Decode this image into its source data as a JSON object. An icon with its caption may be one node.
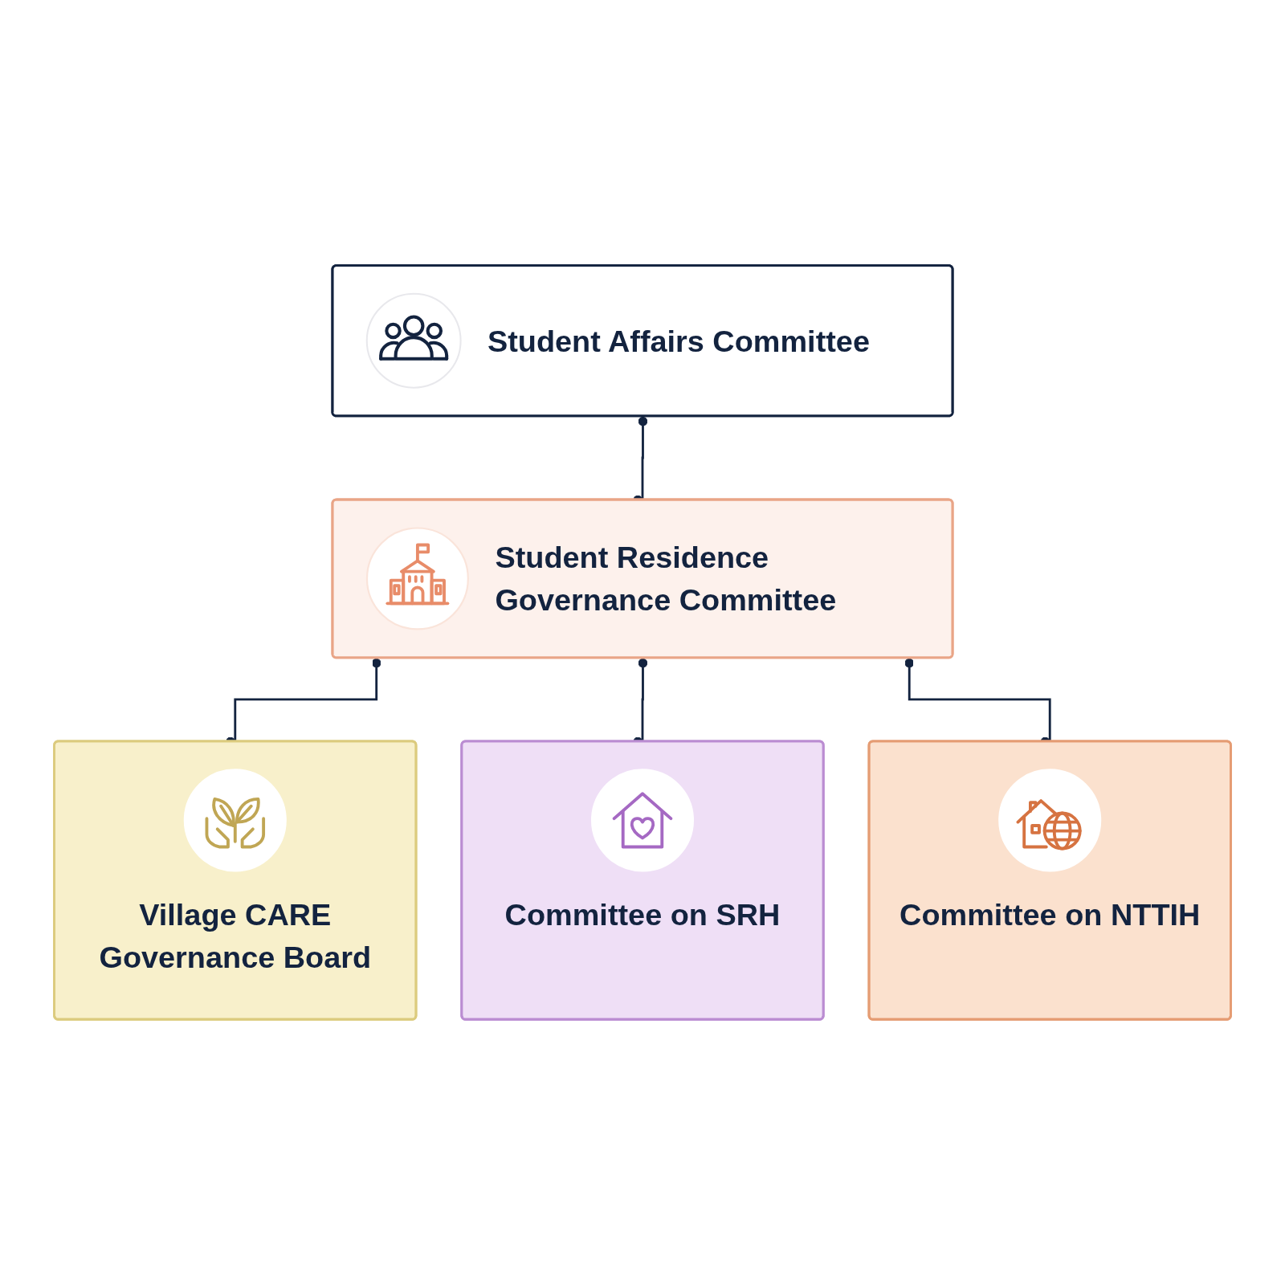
{
  "diagram": {
    "nodes": [
      {
        "text": [
          "Student Affairs Committee"
        ]
      },
      {
        "text": [
          "Student Residence Governance Committee"
        ]
      },
      {
        "text": [
          "Village CARE Governance Board"
        ]
      },
      {
        "text": [
          "Committee on SRH"
        ]
      },
      {
        "text": [
          "Committee on NTTIH"
        ]
      }
    ],
    "edges": [
      {
        "from": 0,
        "to": 1,
        "arrow": "other"
      },
      {
        "from": 1,
        "to": 2,
        "arrow": "other"
      },
      {
        "from": 1,
        "to": 3,
        "arrow": "other"
      },
      {
        "from": 1,
        "to": 4,
        "arrow": "other"
      }
    ]
  }
}
